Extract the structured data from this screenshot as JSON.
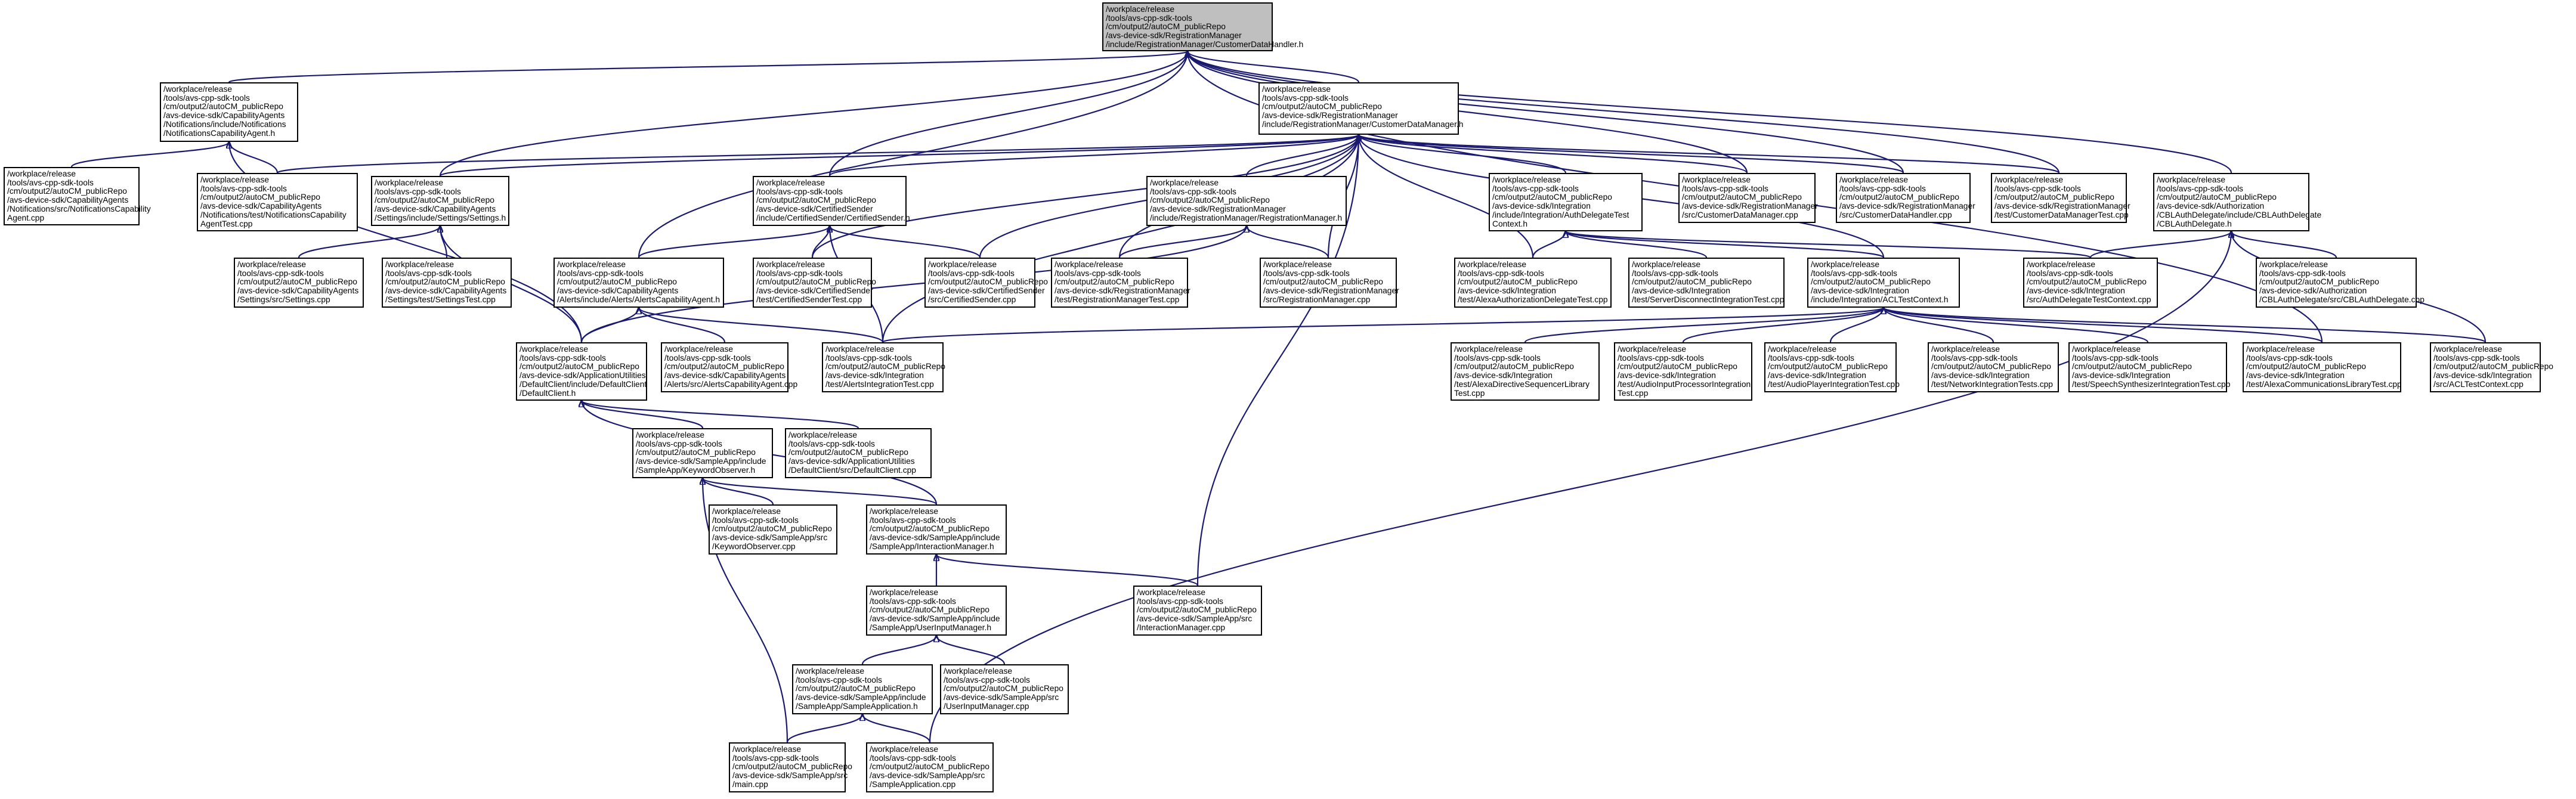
{
  "colors": {
    "edge": "#191970",
    "border": "#000000",
    "root_fill": "#bfbfbf",
    "node_fill": "#ffffff"
  },
  "nodes": [
    {
      "id": "root",
      "root": true,
      "lines": [
        "/workplace/release",
        "/tools/avs-cpp-sdk-tools",
        "/cm/output2/autoCM_publicRepo",
        "/avs-device-sdk/RegistrationManager",
        "/include/RegistrationManager/CustomerDataHandler.h"
      ]
    },
    {
      "id": "notifcap_h",
      "lines": [
        "/workplace/release",
        "/tools/avs-cpp-sdk-tools",
        "/cm/output2/autoCM_publicRepo",
        "/avs-device-sdk/CapabilityAgents",
        "/Notifications/include/Notifications",
        "/NotificationsCapabilityAgent.h"
      ]
    },
    {
      "id": "cdm_h",
      "lines": [
        "/workplace/release",
        "/tools/avs-cpp-sdk-tools",
        "/cm/output2/autoCM_publicRepo",
        "/avs-device-sdk/RegistrationManager",
        "/include/RegistrationManager/CustomerDataManager.h"
      ]
    },
    {
      "id": "cblauth_h",
      "lines": [
        "/workplace/release",
        "/tools/avs-cpp-sdk-tools",
        "/cm/output2/autoCM_publicRepo",
        "/avs-device-sdk/Authorization",
        "/CBLAuthDelegate/include/CBLAuthDelegate",
        "/CBLAuthDelegate.h"
      ]
    },
    {
      "id": "notifcap_cpp",
      "lines": [
        "/workplace/release",
        "/tools/avs-cpp-sdk-tools",
        "/cm/output2/autoCM_publicRepo",
        "/avs-device-sdk/CapabilityAgents",
        "/Notifications/src/NotificationsCapability",
        "Agent.cpp"
      ]
    },
    {
      "id": "notifcap_test",
      "lines": [
        "/workplace/release",
        "/tools/avs-cpp-sdk-tools",
        "/cm/output2/autoCM_publicRepo",
        "/avs-device-sdk/CapabilityAgents",
        "/Notifications/test/NotificationsCapability",
        "AgentTest.cpp"
      ]
    },
    {
      "id": "settings_h",
      "lines": [
        "/workplace/release",
        "/tools/avs-cpp-sdk-tools",
        "/cm/output2/autoCM_publicRepo",
        "/avs-device-sdk/CapabilityAgents",
        "/Settings/include/Settings/Settings.h"
      ]
    },
    {
      "id": "certsender_h",
      "lines": [
        "/workplace/release",
        "/tools/avs-cpp-sdk-tools",
        "/cm/output2/autoCM_publicRepo",
        "/avs-device-sdk/CertifiedSender",
        "/include/CertifiedSender/CertifiedSender.h"
      ]
    },
    {
      "id": "regmgr_h",
      "lines": [
        "/workplace/release",
        "/tools/avs-cpp-sdk-tools",
        "/cm/output2/autoCM_publicRepo",
        "/avs-device-sdk/RegistrationManager",
        "/include/RegistrationManager/RegistrationManager.h"
      ]
    },
    {
      "id": "authdelegate_h",
      "lines": [
        "/workplace/release",
        "/tools/avs-cpp-sdk-tools",
        "/cm/output2/autoCM_publicRepo",
        "/avs-device-sdk/Integration",
        "/include/Integration/AuthDelegateTest",
        "Context.h"
      ]
    },
    {
      "id": "cdm_cpp",
      "lines": [
        "/workplace/release",
        "/tools/avs-cpp-sdk-tools",
        "/cm/output2/autoCM_publicRepo",
        "/avs-device-sdk/RegistrationManager",
        "/src/CustomerDataManager.cpp"
      ]
    },
    {
      "id": "cdh_cpp",
      "lines": [
        "/workplace/release",
        "/tools/avs-cpp-sdk-tools",
        "/cm/output2/autoCM_publicRepo",
        "/avs-device-sdk/RegistrationManager",
        "/src/CustomerDataHandler.cpp"
      ]
    },
    {
      "id": "cdm_test",
      "lines": [
        "/workplace/release",
        "/tools/avs-cpp-sdk-tools",
        "/cm/output2/autoCM_publicRepo",
        "/avs-device-sdk/RegistrationManager",
        "/test/CustomerDataManagerTest.cpp"
      ]
    },
    {
      "id": "settings_cpp",
      "lines": [
        "/workplace/release",
        "/tools/avs-cpp-sdk-tools",
        "/cm/output2/autoCM_publicRepo",
        "/avs-device-sdk/CapabilityAgents",
        "/Settings/src/Settings.cpp"
      ]
    },
    {
      "id": "settings_test",
      "lines": [
        "/workplace/release",
        "/tools/avs-cpp-sdk-tools",
        "/cm/output2/autoCM_publicRepo",
        "/avs-device-sdk/CapabilityAgents",
        "/Settings/test/SettingsTest.cpp"
      ]
    },
    {
      "id": "alerts_h",
      "lines": [
        "/workplace/release",
        "/tools/avs-cpp-sdk-tools",
        "/cm/output2/autoCM_publicRepo",
        "/avs-device-sdk/CapabilityAgents",
        "/Alerts/include/Alerts/AlertsCapabilityAgent.h"
      ]
    },
    {
      "id": "certsender_test",
      "lines": [
        "/workplace/release",
        "/tools/avs-cpp-sdk-tools",
        "/cm/output2/autoCM_publicRepo",
        "/avs-device-sdk/CertifiedSender",
        "/test/CertifiedSenderTest.cpp"
      ]
    },
    {
      "id": "certsender_cpp",
      "lines": [
        "/workplace/release",
        "/tools/avs-cpp-sdk-tools",
        "/cm/output2/autoCM_publicRepo",
        "/avs-device-sdk/CertifiedSender",
        "/src/CertifiedSender.cpp"
      ]
    },
    {
      "id": "regmgr_test",
      "lines": [
        "/workplace/release",
        "/tools/avs-cpp-sdk-tools",
        "/cm/output2/autoCM_publicRepo",
        "/avs-device-sdk/RegistrationManager",
        "/test/RegistrationManagerTest.cpp"
      ]
    },
    {
      "id": "regmgr_cpp",
      "lines": [
        "/workplace/release",
        "/tools/avs-cpp-sdk-tools",
        "/cm/output2/autoCM_publicRepo",
        "/avs-device-sdk/RegistrationManager",
        "/src/RegistrationManager.cpp"
      ]
    },
    {
      "id": "alexaauth_test",
      "lines": [
        "/workplace/release",
        "/tools/avs-cpp-sdk-tools",
        "/cm/output2/autoCM_publicRepo",
        "/avs-device-sdk/Integration",
        "/test/AlexaAuthorizationDelegateTest.cpp"
      ]
    },
    {
      "id": "serverdisconnect_test",
      "lines": [
        "/workplace/release",
        "/tools/avs-cpp-sdk-tools",
        "/cm/output2/autoCM_publicRepo",
        "/avs-device-sdk/Integration",
        "/test/ServerDisconnectIntegrationTest.cpp"
      ]
    },
    {
      "id": "acl_h",
      "lines": [
        "/workplace/release",
        "/tools/avs-cpp-sdk-tools",
        "/cm/output2/autoCM_publicRepo",
        "/avs-device-sdk/Integration",
        "/include/Integration/ACLTestContext.h"
      ]
    },
    {
      "id": "authdelegate_cpp",
      "lines": [
        "/workplace/release",
        "/tools/avs-cpp-sdk-tools",
        "/cm/output2/autoCM_publicRepo",
        "/avs-device-sdk/Integration",
        "/src/AuthDelegateTestContext.cpp"
      ]
    },
    {
      "id": "cblauth_cpp",
      "lines": [
        "/workplace/release",
        "/tools/avs-cpp-sdk-tools",
        "/cm/output2/autoCM_publicRepo",
        "/avs-device-sdk/Authorization",
        "/CBLAuthDelegate/src/CBLAuthDelegate.cpp"
      ]
    },
    {
      "id": "defaultclient_h",
      "lines": [
        "/workplace/release",
        "/tools/avs-cpp-sdk-tools",
        "/cm/output2/autoCM_publicRepo",
        "/avs-device-sdk/ApplicationUtilities",
        "/DefaultClient/include/DefaultClient",
        "/DefaultClient.h"
      ]
    },
    {
      "id": "alerts_cpp",
      "lines": [
        "/workplace/release",
        "/tools/avs-cpp-sdk-tools",
        "/cm/output2/autoCM_publicRepo",
        "/avs-device-sdk/CapabilityAgents",
        "/Alerts/src/AlertsCapabilityAgent.cpp"
      ]
    },
    {
      "id": "alerts_integration_test",
      "lines": [
        "/workplace/release",
        "/tools/avs-cpp-sdk-tools",
        "/cm/output2/autoCM_publicRepo",
        "/avs-device-sdk/Integration",
        "/test/AlertsIntegrationTest.cpp"
      ]
    },
    {
      "id": "alexadirective_test",
      "lines": [
        "/workplace/release",
        "/tools/avs-cpp-sdk-tools",
        "/cm/output2/autoCM_publicRepo",
        "/avs-device-sdk/Integration",
        "/test/AlexaDirectiveSequencerLibrary",
        "Test.cpp"
      ]
    },
    {
      "id": "audioinput_test",
      "lines": [
        "/workplace/release",
        "/tools/avs-cpp-sdk-tools",
        "/cm/output2/autoCM_publicRepo",
        "/avs-device-sdk/Integration",
        "/test/AudioInputProcessorIntegration",
        "Test.cpp"
      ]
    },
    {
      "id": "audioplayer_test",
      "lines": [
        "/workplace/release",
        "/tools/avs-cpp-sdk-tools",
        "/cm/output2/autoCM_publicRepo",
        "/avs-device-sdk/Integration",
        "/test/AudioPlayerIntegrationTest.cpp"
      ]
    },
    {
      "id": "network_test",
      "lines": [
        "/workplace/release",
        "/tools/avs-cpp-sdk-tools",
        "/cm/output2/autoCM_publicRepo",
        "/avs-device-sdk/Integration",
        "/test/NetworkIntegrationTests.cpp"
      ]
    },
    {
      "id": "speechsynth_test",
      "lines": [
        "/workplace/release",
        "/tools/avs-cpp-sdk-tools",
        "/cm/output2/autoCM_publicRepo",
        "/avs-device-sdk/Integration",
        "/test/SpeechSynthesizerIntegrationTest.cpp"
      ]
    },
    {
      "id": "alexacomms_test",
      "lines": [
        "/workplace/release",
        "/tools/avs-cpp-sdk-tools",
        "/cm/output2/autoCM_publicRepo",
        "/avs-device-sdk/Integration",
        "/test/AlexaCommunicationsLibraryTest.cpp"
      ]
    },
    {
      "id": "acl_cpp",
      "lines": [
        "/workplace/release",
        "/tools/avs-cpp-sdk-tools",
        "/cm/output2/autoCM_publicRepo",
        "/avs-device-sdk/Integration",
        "/src/ACLTestContext.cpp"
      ]
    },
    {
      "id": "keyword_h",
      "lines": [
        "/workplace/release",
        "/tools/avs-cpp-sdk-tools",
        "/cm/output2/autoCM_publicRepo",
        "/avs-device-sdk/SampleApp/include",
        "/SampleApp/KeywordObserver.h"
      ]
    },
    {
      "id": "defaultclient_cpp",
      "lines": [
        "/workplace/release",
        "/tools/avs-cpp-sdk-tools",
        "/cm/output2/autoCM_publicRepo",
        "/avs-device-sdk/ApplicationUtilities",
        "/DefaultClient/src/DefaultClient.cpp"
      ]
    },
    {
      "id": "keyword_cpp",
      "lines": [
        "/workplace/release",
        "/tools/avs-cpp-sdk-tools",
        "/cm/output2/autoCM_publicRepo",
        "/avs-device-sdk/SampleApp/src",
        "/KeywordObserver.cpp"
      ]
    },
    {
      "id": "interaction_h",
      "lines": [
        "/workplace/release",
        "/tools/avs-cpp-sdk-tools",
        "/cm/output2/autoCM_publicRepo",
        "/avs-device-sdk/SampleApp/include",
        "/SampleApp/InteractionManager.h"
      ]
    },
    {
      "id": "interaction_cpp",
      "lines": [
        "/workplace/release",
        "/tools/avs-cpp-sdk-tools",
        "/cm/output2/autoCM_publicRepo",
        "/avs-device-sdk/SampleApp/src",
        "/InteractionManager.cpp"
      ]
    },
    {
      "id": "userinput_h",
      "lines": [
        "/workplace/release",
        "/tools/avs-cpp-sdk-tools",
        "/cm/output2/autoCM_publicRepo",
        "/avs-device-sdk/SampleApp/include",
        "/SampleApp/UserInputManager.h"
      ]
    },
    {
      "id": "sampleapp_h",
      "lines": [
        "/workplace/release",
        "/tools/avs-cpp-sdk-tools",
        "/cm/output2/autoCM_publicRepo",
        "/avs-device-sdk/SampleApp/include",
        "/SampleApp/SampleApplication.h"
      ]
    },
    {
      "id": "userinput_cpp",
      "lines": [
        "/workplace/release",
        "/tools/avs-cpp-sdk-tools",
        "/cm/output2/autoCM_publicRepo",
        "/avs-device-sdk/SampleApp/src",
        "/UserInputManager.cpp"
      ]
    },
    {
      "id": "main_cpp",
      "lines": [
        "/workplace/release",
        "/tools/avs-cpp-sdk-tools",
        "/cm/output2/autoCM_publicRepo",
        "/avs-device-sdk/SampleApp/src",
        "/main.cpp"
      ]
    },
    {
      "id": "sampleapp_cpp",
      "lines": [
        "/workplace/release",
        "/tools/avs-cpp-sdk-tools",
        "/cm/output2/autoCM_publicRepo",
        "/avs-device-sdk/SampleApp/src",
        "/SampleApplication.cpp"
      ]
    }
  ],
  "edges": [
    [
      "notifcap_h",
      "root"
    ],
    [
      "cdm_h",
      "root"
    ],
    [
      "cblauth_h",
      "root"
    ],
    [
      "settings_h",
      "root"
    ],
    [
      "certsender_h",
      "root"
    ],
    [
      "alerts_h",
      "root"
    ],
    [
      "cdm_cpp",
      "root"
    ],
    [
      "cdh_cpp",
      "root"
    ],
    [
      "cdm_test",
      "root"
    ],
    [
      "alexacomms_test",
      "root"
    ],
    [
      "notifcap_cpp",
      "notifcap_h"
    ],
    [
      "notifcap_test",
      "notifcap_h"
    ],
    [
      "defaultclient_h",
      "notifcap_h"
    ],
    [
      "notifcap_test",
      "cdm_h"
    ],
    [
      "settings_h",
      "cdm_h"
    ],
    [
      "certsender_h",
      "cdm_h"
    ],
    [
      "regmgr_h",
      "cdm_h"
    ],
    [
      "authdelegate_h",
      "cdm_h"
    ],
    [
      "cdm_cpp",
      "cdm_h"
    ],
    [
      "cdh_cpp",
      "cdm_h"
    ],
    [
      "cdm_test",
      "cdm_h"
    ],
    [
      "acl_h",
      "cdm_h"
    ],
    [
      "certsender_test",
      "cdm_h"
    ],
    [
      "certsender_cpp",
      "cdm_h"
    ],
    [
      "regmgr_test",
      "cdm_h"
    ],
    [
      "regmgr_cpp",
      "cdm_h"
    ],
    [
      "alexaauth_test",
      "cdm_h"
    ],
    [
      "alerts_integration_test",
      "cdm_h"
    ],
    [
      "interaction_cpp",
      "cdm_h"
    ],
    [
      "authdelegate_cpp",
      "cblauth_h"
    ],
    [
      "cblauth_cpp",
      "cblauth_h"
    ],
    [
      "acl_cpp",
      "cblauth_h"
    ],
    [
      "settings_cpp",
      "settings_h"
    ],
    [
      "settings_test",
      "settings_h"
    ],
    [
      "defaultclient_h",
      "settings_h"
    ],
    [
      "alerts_h",
      "certsender_h"
    ],
    [
      "certsender_test",
      "certsender_h"
    ],
    [
      "certsender_cpp",
      "certsender_h"
    ],
    [
      "alerts_integration_test",
      "certsender_h"
    ],
    [
      "regmgr_test",
      "regmgr_h"
    ],
    [
      "regmgr_cpp",
      "regmgr_h"
    ],
    [
      "defaultclient_h",
      "regmgr_h"
    ],
    [
      "alexaauth_test",
      "authdelegate_h"
    ],
    [
      "serverdisconnect_test",
      "authdelegate_h"
    ],
    [
      "acl_h",
      "authdelegate_h"
    ],
    [
      "authdelegate_cpp",
      "authdelegate_h"
    ],
    [
      "defaultclient_h",
      "alerts_h"
    ],
    [
      "alerts_cpp",
      "alerts_h"
    ],
    [
      "alerts_integration_test",
      "alerts_h"
    ],
    [
      "alerts_integration_test",
      "acl_h"
    ],
    [
      "alexadirective_test",
      "acl_h"
    ],
    [
      "audioinput_test",
      "acl_h"
    ],
    [
      "audioplayer_test",
      "acl_h"
    ],
    [
      "network_test",
      "acl_h"
    ],
    [
      "speechsynth_test",
      "acl_h"
    ],
    [
      "alexacomms_test",
      "acl_h"
    ],
    [
      "acl_cpp",
      "acl_h"
    ],
    [
      "keyword_h",
      "defaultclient_h"
    ],
    [
      "defaultclient_cpp",
      "defaultclient_h"
    ],
    [
      "interaction_h",
      "defaultclient_h"
    ],
    [
      "keyword_cpp",
      "keyword_h"
    ],
    [
      "interaction_h",
      "keyword_h"
    ],
    [
      "main_cpp",
      "keyword_h"
    ],
    [
      "interaction_cpp",
      "interaction_h"
    ],
    [
      "userinput_h",
      "interaction_h"
    ],
    [
      "sampleapp_h",
      "userinput_h"
    ],
    [
      "userinput_cpp",
      "userinput_h"
    ],
    [
      "main_cpp",
      "sampleapp_h"
    ],
    [
      "sampleapp_cpp",
      "sampleapp_h"
    ],
    [
      "sampleapp_cpp",
      "cblauth_h"
    ]
  ]
}
